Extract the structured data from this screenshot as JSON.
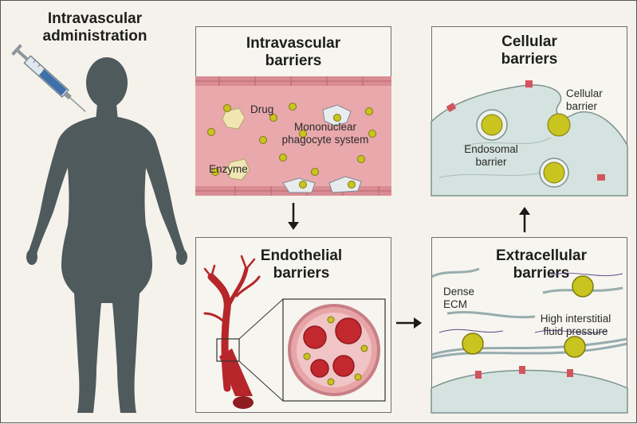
{
  "main_title": [
    "Intravascular",
    "administration"
  ],
  "panels": {
    "intravascular": {
      "title": [
        "Intravascular",
        "barriers"
      ],
      "labels": {
        "drug": "Drug",
        "mps": [
          "Mononuclear",
          "phagocyte system"
        ],
        "enzyme": "Enzyme"
      }
    },
    "endothelial": {
      "title": [
        "Endothelial",
        "barriers"
      ]
    },
    "extracellular": {
      "title": [
        "Extracellular",
        "barriers"
      ],
      "labels": {
        "ecm": [
          "Dense",
          "ECM"
        ],
        "pressure": [
          "High interstitial",
          "fluid pressure"
        ]
      }
    },
    "cellular": {
      "title": [
        "Cellular",
        "barriers"
      ],
      "labels": {
        "cellular_barrier": [
          "Cellular",
          "barrier"
        ],
        "endosomal": [
          "Endosomal",
          "barrier"
        ]
      }
    }
  },
  "colors": {
    "silhouette": "#4f5a5d",
    "vessel": "#e9a8ab",
    "drug": "#c9c41f",
    "cell": "#d9e7e3",
    "blood": "#b6262a",
    "arrow": "#1a1a1a"
  },
  "icons": [
    "syringe-icon",
    "human-silhouette-icon",
    "arrow-down-icon",
    "arrow-right-icon",
    "arrow-up-icon"
  ]
}
